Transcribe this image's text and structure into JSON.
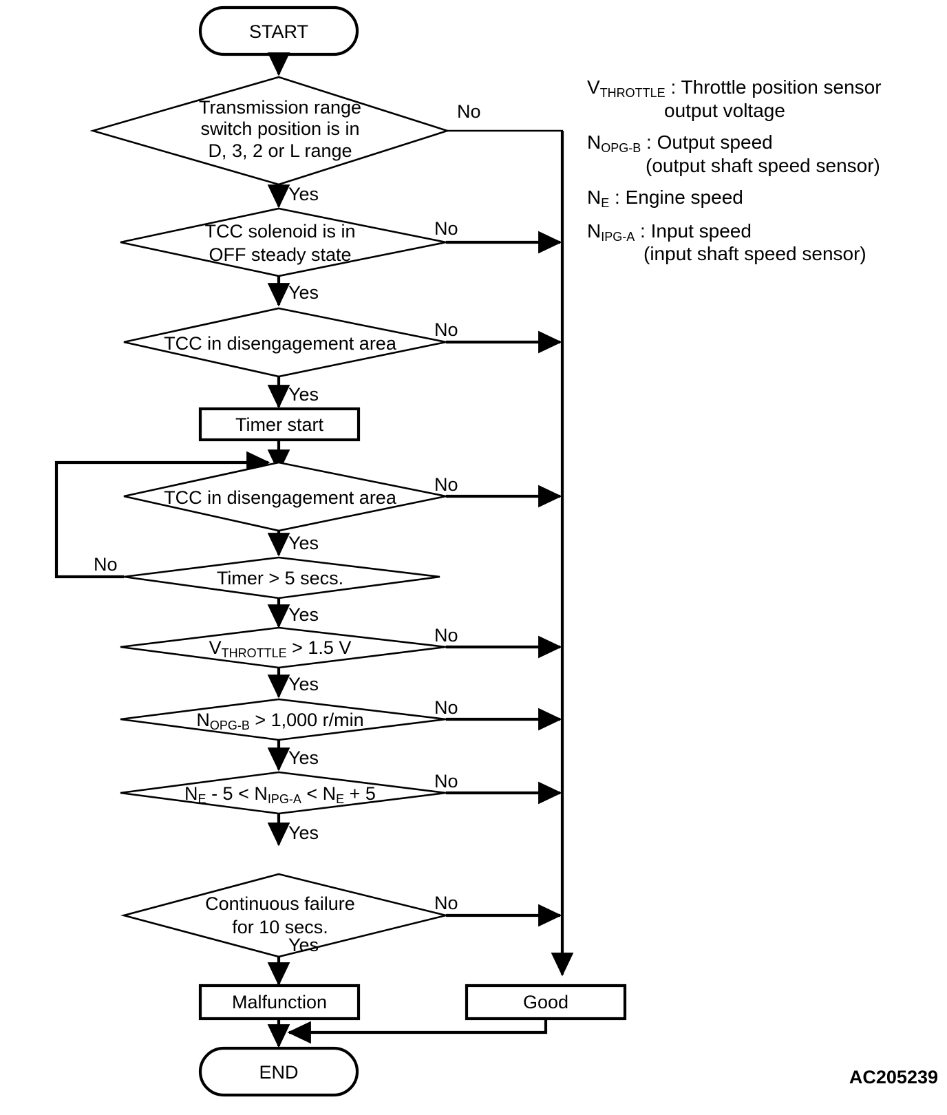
{
  "diagram": {
    "title": "TCC system diagnostic flowchart",
    "figure_code": "AC205239",
    "terminals": {
      "start": "START",
      "end": "END"
    },
    "branch_labels": {
      "yes": "Yes",
      "no": "No"
    },
    "processes": [
      {
        "id": "timer-start",
        "label": "Timer start"
      },
      {
        "id": "malfunction",
        "label": "Malfunction"
      },
      {
        "id": "good",
        "label": "Good"
      }
    ],
    "decisions": [
      {
        "id": "d1",
        "line1": "Transmission range",
        "line2": "switch position is in",
        "line3": "D, 3, 2 or L range"
      },
      {
        "id": "d2",
        "line1": "TCC solenoid is in",
        "line2": "OFF steady state"
      },
      {
        "id": "d3",
        "line1": "TCC in disengagement area"
      },
      {
        "id": "d4",
        "line1": "TCC in disengagement area"
      },
      {
        "id": "d5",
        "line1": "Timer > 5 secs."
      },
      {
        "id": "d6",
        "base": "V",
        "sub": "THROTTLE",
        "rest": " > 1.5 V"
      },
      {
        "id": "d7",
        "base": "N",
        "sub": "OPG-B",
        "rest": " > 1,000 r/min"
      },
      {
        "id": "d8",
        "part1base": "N",
        "part1sub": "E",
        "part1rest": " - 5 < ",
        "part2base": "N",
        "part2sub": "IPG-A",
        "part2rest": " < ",
        "part3base": "N",
        "part3sub": "E",
        "part3rest": " + 5"
      },
      {
        "id": "d9",
        "line1": "Continuous failure",
        "line2": "for 10 secs."
      }
    ]
  },
  "legend": [
    {
      "symbol_base": "V",
      "symbol_sub": "THROTTLE",
      "sep": " : ",
      "line1": "Throttle position sensor",
      "line2": "output voltage"
    },
    {
      "symbol_base": "N",
      "symbol_sub": "OPG-B",
      "sep": " : ",
      "line1": "Output speed",
      "line2": "(output shaft speed sensor)"
    },
    {
      "symbol_base": "N",
      "symbol_sub": "E",
      "sep": " : ",
      "line1": "Engine speed",
      "line2": ""
    },
    {
      "symbol_base": "N",
      "symbol_sub": "IPG-A",
      "sep": " : ",
      "line1": "Input speed",
      "line2": "(input shaft speed sensor)"
    }
  ],
  "colors": {
    "stroke": "#000000",
    "fill": "#ffffff",
    "background": "#ffffff"
  }
}
